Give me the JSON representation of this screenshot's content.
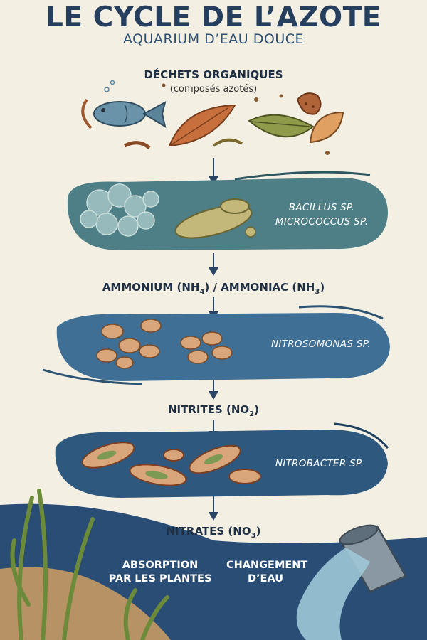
{
  "header": {
    "title": "LE CYCLE DE L’AZOTE",
    "subtitle": "AQUARIUM D’EAU DOUCE"
  },
  "stages": {
    "waste_title": "DÉCHETS ORGANIQUES",
    "waste_sub": "(composés azotés)",
    "ammonium_a": "AMMONIUM (NH",
    "ammonium_a_sub": "4",
    "ammonium_b": ") / AMMONIAC (NH",
    "ammonium_b_sub": "3",
    "ammonium_c": ")",
    "nitrites_a": "NITRITES (NO",
    "nitrites_sub": "2",
    "nitrites_b": ")",
    "nitrates_a": "NITRATES (NO",
    "nitrates_sub": "3",
    "nitrates_b": ")"
  },
  "bacteria": {
    "band1_line1": "BACILLUS SP.",
    "band1_line2": "MICROCOCCUS SP.",
    "band2": "NITROSOMONAS SP.",
    "band3": "NITROBACTER SP."
  },
  "outcomes": {
    "plants_line1": "ABSORPTION",
    "plants_line2": "PAR LES PLANTES",
    "water_line1": "CHANGEMENT",
    "water_line2": "D’EAU"
  },
  "colors": {
    "background": "#f4efe3",
    "title": "#263f5e",
    "band1": "#4e7f86",
    "band2": "#3f6f95",
    "band3": "#2e587e",
    "band4": "#294d74",
    "arrow": "#2a4466",
    "bacteria_fill": "#d9a57a"
  }
}
